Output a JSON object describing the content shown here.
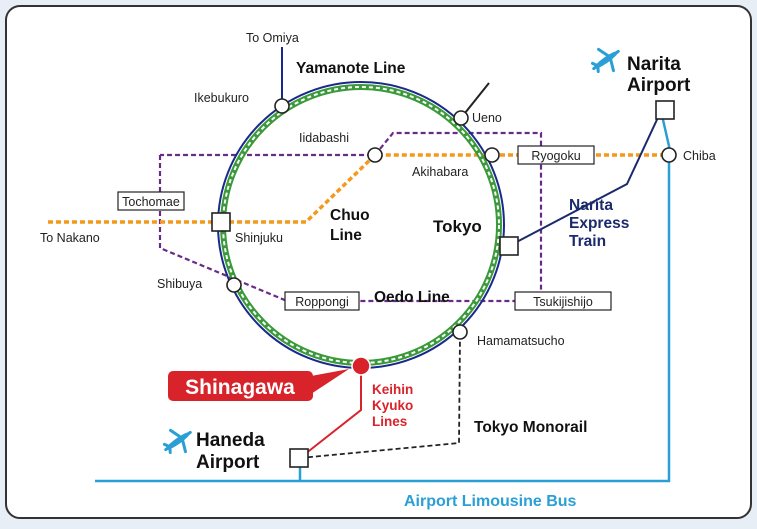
{
  "lines": {
    "yamanote": "Yamanote Line",
    "chuo_1": "Chuo",
    "chuo_2": "Line",
    "oedo": "Oedo Line",
    "narita_express_1": "Narita",
    "narita_express_2": "Express",
    "narita_express_3": "Train",
    "keihin_1": "Keihin",
    "keihin_2": "Kyuko",
    "keihin_3": "Lines",
    "monorail": "Tokyo Monorail",
    "limousine": "Airport Limousine Bus"
  },
  "stations": {
    "to_omiya": "To Omiya",
    "ikebukuro": "Ikebukuro",
    "ueno": "Ueno",
    "iidabashi": "Iidabashi",
    "akihabara": "Akihabara",
    "ryogoku": "Ryogoku",
    "chiba": "Chiba",
    "tochomae": "Tochomae",
    "to_nakano": "To Nakano",
    "shinjuku": "Shinjuku",
    "tokyo": "Tokyo",
    "shibuya": "Shibuya",
    "roppongi": "Roppongi",
    "tsukijishijo": "Tsukijishijo",
    "hamamatsucho": "Hamamatsucho",
    "shinagawa": "Shinagawa"
  },
  "airports": {
    "narita_1": "Narita",
    "narita_2": "Airport",
    "haneda_1": "Haneda",
    "haneda_2": "Airport"
  },
  "colors": {
    "yamanote": "#3a9a3a",
    "loop_outline": "#1b2a8a",
    "chuo": "#f39a1e",
    "oedo": "#6a2a8a",
    "narita_express": "#1b2a6b",
    "keihin": "#d9232a",
    "limousine": "#2a9fd6",
    "monorail": "#222222",
    "airport_icon": "#2a9fd6"
  },
  "icons": {
    "airplane": "airplane-icon"
  }
}
